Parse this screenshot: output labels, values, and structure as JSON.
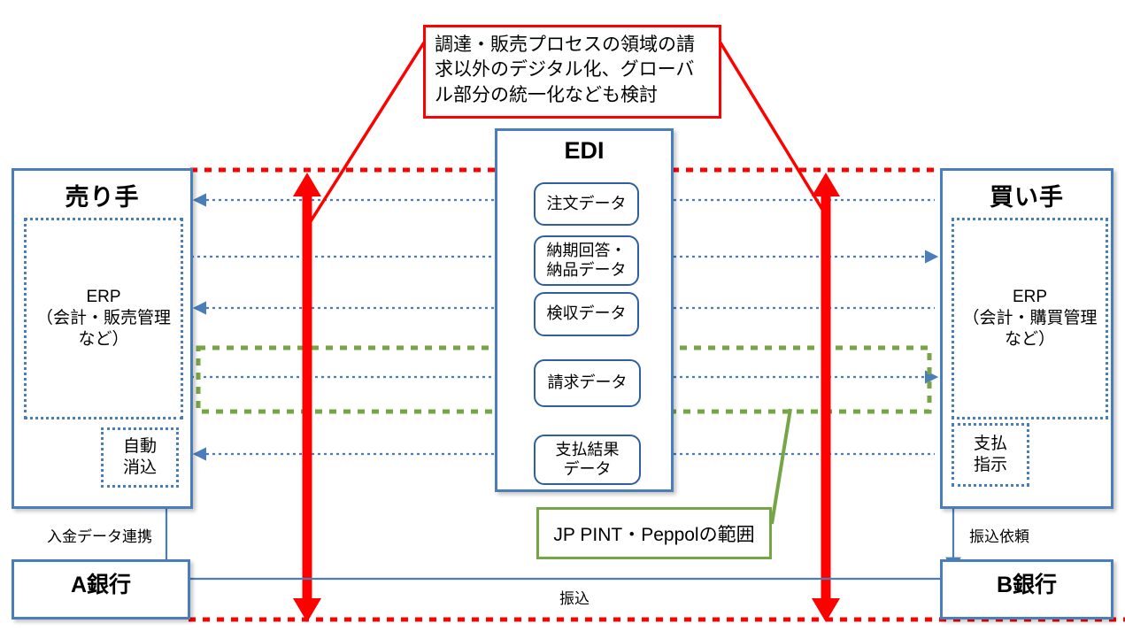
{
  "colors": {
    "blue_frame": "#4a7ebb",
    "blue_dotted": "#4a7ebb",
    "red": "#ff0000",
    "green": "#76a546",
    "edi_item_border": "#2e5f9e",
    "background": "#ffffff"
  },
  "callouts": {
    "red_note": {
      "lines": [
        "調達・販売プロセスの領域の請",
        "求以外のデジタル化、グローバ",
        "ル部分の統一化なども検討"
      ],
      "text": "調達・販売プロセスの領域の請求以外のデジタル化、グローバル部分の統一化なども検討"
    },
    "green_note": {
      "text": "JP PINT・Peppolの範囲"
    }
  },
  "seller": {
    "title": "売り手",
    "erp": "ERP\n（会計・販売管理\nなど）",
    "erp_lines": [
      "ERP",
      "（会計・販売管理",
      "など）"
    ],
    "sub_box": "自動\n消込",
    "sub_box_lines": [
      "自動",
      "消込"
    ]
  },
  "buyer": {
    "title": "買い手",
    "erp": "ERP\n（会計・購買管理\nなど）",
    "erp_lines": [
      "ERP",
      "（会計・購買管理",
      "など）"
    ],
    "sub_box": "支払\n指示",
    "sub_box_lines": [
      "支払",
      "指示"
    ]
  },
  "edi": {
    "title": "EDI",
    "items": [
      {
        "label": "注文データ",
        "lines": [
          "注文データ"
        ],
        "flow": "seller-to-buyer-order"
      },
      {
        "label": "納期回答・納品データ",
        "lines": [
          "納期回答・",
          "納品データ"
        ],
        "flow": "to-buyer"
      },
      {
        "label": "検収データ",
        "lines": [
          "検収データ"
        ],
        "flow": "to-seller"
      },
      {
        "label": "請求データ",
        "lines": [
          "請求データ"
        ],
        "flow": "to-buyer"
      },
      {
        "label": "支払結果データ",
        "lines": [
          "支払結果",
          "データ"
        ],
        "flow": "to-seller"
      }
    ]
  },
  "banks": {
    "left": {
      "title": "A銀行"
    },
    "right": {
      "title": "B銀行"
    }
  },
  "labels": {
    "deposit_data_link": "入金データ連携",
    "transfer_request": "振込依頼",
    "transfer": "振込"
  }
}
